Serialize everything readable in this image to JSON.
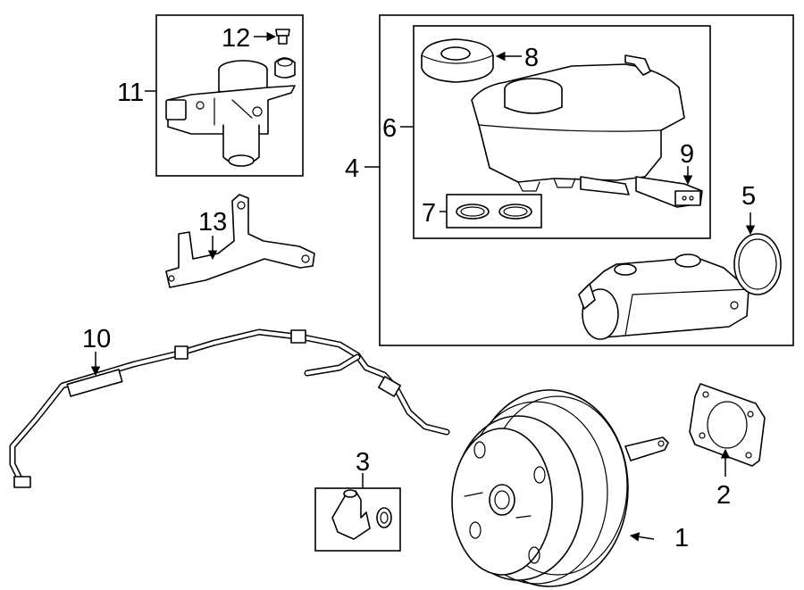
{
  "callouts": {
    "c1": "1",
    "c2": "2",
    "c3": "3",
    "c4": "4",
    "c5": "5",
    "c6": "6",
    "c7": "7",
    "c8": "8",
    "c9": "9",
    "c10": "10",
    "c11": "11",
    "c12": "12",
    "c13": "13"
  },
  "parts": {
    "p1": "brake-booster",
    "p2": "booster-gasket",
    "p3": "vacuum-check-valve",
    "p4": "master-cylinder-assembly",
    "p5": "master-cylinder-seal",
    "p6": "reservoir",
    "p7": "reservoir-grommets",
    "p8": "reservoir-cap",
    "p9": "fluid-level-sensor",
    "p10": "vacuum-hose",
    "p11": "vacuum-pump",
    "p12": "pump-bolt",
    "p13": "pump-bracket"
  }
}
